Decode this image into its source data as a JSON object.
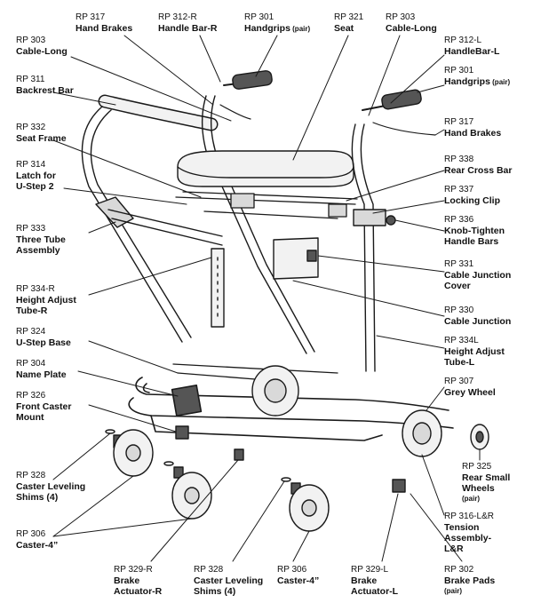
{
  "callouts": [
    {
      "id": "rp317_r",
      "pn": "RP 317",
      "name": [
        "Hand Brakes"
      ]
    },
    {
      "id": "rp312_r",
      "pn": "RP 312-R",
      "name": [
        "Handle Bar-R"
      ]
    },
    {
      "id": "rp301_r",
      "pn": "RP 301",
      "name": [
        "Handgrips"
      ],
      "suffix": "(pair)"
    },
    {
      "id": "rp321",
      "pn": "RP 321",
      "name": [
        "Seat"
      ]
    },
    {
      "id": "rp303_r",
      "pn": "RP 303",
      "name": [
        "Cable-Long"
      ]
    },
    {
      "id": "rp303_l",
      "pn": "RP 303",
      "name": [
        "Cable-Long"
      ]
    },
    {
      "id": "rp312_l",
      "pn": "RP 312-L",
      "name": [
        "HandleBar-L"
      ]
    },
    {
      "id": "rp311",
      "pn": "RP 311",
      "name": [
        "Backrest Bar"
      ]
    },
    {
      "id": "rp301_l",
      "pn": "RP 301",
      "name": [
        "Handgrips"
      ],
      "suffix": "(pair)"
    },
    {
      "id": "rp317_l",
      "pn": "RP 317",
      "name": [
        "Hand Brakes"
      ]
    },
    {
      "id": "rp332",
      "pn": "RP 332",
      "name": [
        "Seat Frame"
      ]
    },
    {
      "id": "rp338",
      "pn": "RP 338",
      "name": [
        "Rear Cross Bar"
      ]
    },
    {
      "id": "rp314",
      "pn": "RP 314",
      "name": [
        "Latch for",
        "U-Step 2"
      ]
    },
    {
      "id": "rp337",
      "pn": "RP 337",
      "name": [
        "Locking Clip"
      ]
    },
    {
      "id": "rp336",
      "pn": "RP 336",
      "name": [
        "Knob-Tighten",
        "Handle Bars"
      ]
    },
    {
      "id": "rp333",
      "pn": "RP 333",
      "name": [
        "Three Tube",
        "Assembly"
      ]
    },
    {
      "id": "rp331",
      "pn": "RP 331",
      "name": [
        "Cable Junction",
        "Cover"
      ]
    },
    {
      "id": "rp334_r",
      "pn": "RP 334-R",
      "name": [
        "Height Adjust",
        "Tube-R"
      ]
    },
    {
      "id": "rp330",
      "pn": "RP 330",
      "name": [
        "Cable Junction"
      ]
    },
    {
      "id": "rp324",
      "pn": "RP 324",
      "name": [
        "U-Step Base"
      ]
    },
    {
      "id": "rp334_l",
      "pn": "RP 334L",
      "name": [
        "Height Adjust",
        "Tube-L"
      ]
    },
    {
      "id": "rp304",
      "pn": "RP 304",
      "name": [
        "Name Plate"
      ]
    },
    {
      "id": "rp307",
      "pn": "RP 307",
      "name": [
        "Grey Wheel"
      ]
    },
    {
      "id": "rp326",
      "pn": "RP 326",
      "name": [
        "Front Caster",
        "Mount"
      ]
    },
    {
      "id": "rp325",
      "pn": "RP 325",
      "name": [
        "Rear Small",
        "Wheels"
      ],
      "suffix": "(pair)"
    },
    {
      "id": "rp328_a",
      "pn": "RP 328",
      "name": [
        "Caster Leveling",
        "Shims (4)"
      ]
    },
    {
      "id": "rp316",
      "pn": "RP 316-L&R",
      "name": [
        "Tension",
        "Assembly-",
        "L&R"
      ]
    },
    {
      "id": "rp306_a",
      "pn": "RP 306",
      "name": [
        "Caster-4”"
      ]
    },
    {
      "id": "rp329_r",
      "pn": "RP 329-R",
      "name": [
        "Brake",
        "Actuator-R"
      ]
    },
    {
      "id": "rp328_b",
      "pn": "RP 328",
      "name": [
        "Caster Leveling",
        "Shims (4)"
      ]
    },
    {
      "id": "rp306_b",
      "pn": "RP 306",
      "name": [
        "Caster-4”"
      ]
    },
    {
      "id": "rp329_l",
      "pn": "RP 329-L",
      "name": [
        "Brake",
        "Actuator-L"
      ]
    },
    {
      "id": "rp302",
      "pn": "RP 302",
      "name": [
        "Brake Pads"
      ],
      "suffix": "(pair)"
    }
  ],
  "colors": {
    "ink": "#111111",
    "line": "#1a1a1a",
    "fill_light": "#f2f2f2",
    "fill_mid": "#d9d9d9",
    "fill_dark": "#555555"
  }
}
